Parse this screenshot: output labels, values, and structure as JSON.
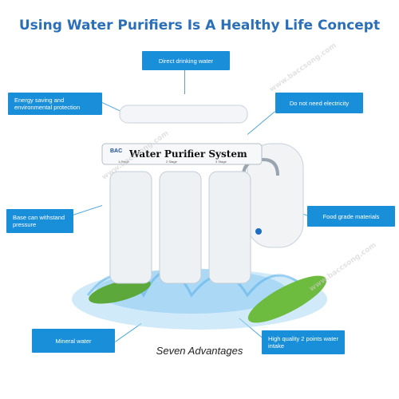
{
  "title": "Using Water Purifiers Is A Healthy Life Concept",
  "callouts": {
    "direct_drinking": "Direct drinking water",
    "energy_saving": "Energy saving and environmental protection",
    "no_electricity": "Do not need electricity",
    "base_pressure": "Base can withstand pressure",
    "food_grade": "Food grade materials",
    "mineral_water": "Mineral water",
    "two_points": "High quality 2 points water intake"
  },
  "product": {
    "brand": "BAC",
    "name": "Water Purifier System",
    "stage1": "1 Stage",
    "stage2": "2 Stage",
    "stage3": "3 Stage"
  },
  "footer": "Seven Advantages",
  "watermark": "www.baccsong.com",
  "colors": {
    "accent": "#1a8fd9",
    "title": "#2a6fb8"
  }
}
